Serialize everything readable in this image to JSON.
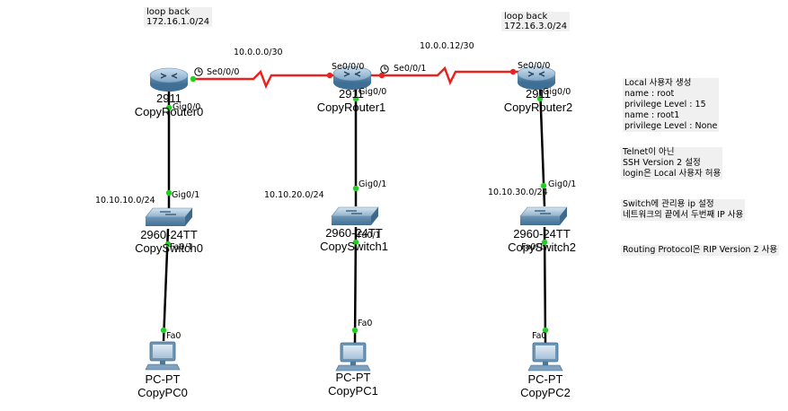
{
  "loopbacks": [
    {
      "title": "loop back",
      "network": "172.16.1.0/24"
    },
    {
      "title": "loop back",
      "network": "172.16.3.0/24"
    }
  ],
  "wan_networks": [
    "10.0.0.0/30",
    "10.0.0.12/30"
  ],
  "lan_networks": [
    "10.10.10.0/24",
    "10.10.20.0/24",
    "10.10.30.0/24"
  ],
  "routers": [
    {
      "model": "2911",
      "name": "CopyRouter0"
    },
    {
      "model": "2911",
      "name": "CopyRouter1"
    },
    {
      "model": "2911",
      "name": "CopyRouter2"
    }
  ],
  "switches": [
    {
      "model": "2960-24TT",
      "name": "CopySwitch0"
    },
    {
      "model": "2960-24TT",
      "name": "CopySwitch1"
    },
    {
      "model": "2960-24TT",
      "name": "CopySwitch2"
    }
  ],
  "pcs": [
    {
      "model": "PC-PT",
      "name": "CopyPC0"
    },
    {
      "model": "PC-PT",
      "name": "CopyPC1"
    },
    {
      "model": "PC-PT",
      "name": "CopyPC2"
    }
  ],
  "ports": {
    "r0_se": "Se0/0/0",
    "r0_gig": "Gig0/0",
    "r1_se_left": "Se0/0/0",
    "r1_se_right": "Se0/0/1",
    "r1_gig": "Gig0/0",
    "r2_se": "Se0/0/0",
    "r2_gig": "Gig0/0",
    "sw0_gig": "Gig0/1",
    "sw0_fa": "Fa0/1",
    "sw1_gig": "Gig0/1",
    "sw1_fa": "Fa0/1",
    "sw2_gig": "Gig0/1",
    "sw2_fa": "Fa0/1",
    "pc0_fa": "Fa0",
    "pc1_fa": "Fa0",
    "pc2_fa": "Fa0"
  },
  "notes": {
    "local_user": [
      "Local 사용자 생성",
      "name : root",
      "privilege Level : 15",
      "name : root1",
      "privilege Level : None"
    ],
    "telnet": [
      "Telnet이 아닌",
      "SSH Version 2 설정",
      "login은 Local 사용자 허용"
    ],
    "switch_ip": [
      "Switch에 관리용 ip 설정",
      "네트워크의 끝에서 두번째 IP 사용"
    ],
    "routing": [
      "Routing Protocol은 RIP Version 2 사용"
    ]
  },
  "colors": {
    "serial_link": "#e8231f",
    "ethernet_link": "#000000",
    "link_up": "#1fd11f",
    "router_body": "#5b8fb5",
    "switch_body": "#5b8fb5"
  }
}
